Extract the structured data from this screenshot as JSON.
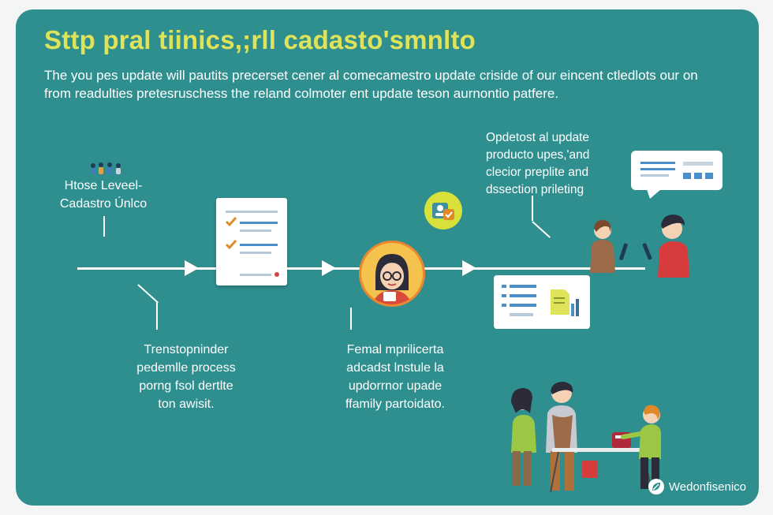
{
  "title": "Sttp pral tiinics,;rll cadasto'smnlto",
  "subtitle": {
    "line1": "The you pes update will pautits precerset cener al comecamestro update criside of our eincent ctledlots our on",
    "line2": "from readulties pretesruschess the reland colmoter ent update teson aurnontio patfere."
  },
  "steps": [
    {
      "line1": "Htose Leveel-",
      "line2": "Cadastro Únlco"
    },
    {
      "line1": "Trenstopninder",
      "line2": "pedemlle process",
      "line3": "porng fsol dertlte",
      "line4": "ton awisit."
    },
    {
      "line1": "Femal mprilicerta",
      "line2": "adcadst lnstule la",
      "line3": "updorrnor upade",
      "line4": "ffamily partoidato."
    },
    {
      "line1": "Opdetost al update",
      "line2": "producto upes,'and",
      "line3": "clecior preplite and",
      "line4": "dssection prileting"
    }
  ],
  "brand": "Wedonfisenico",
  "colors": {
    "background": "#2f8f8f",
    "title": "#dfe35a",
    "text": "#ffffff",
    "avatar_ring": "#e9882e",
    "checkmark": "#e0892a",
    "accent_blue": "#4a8fc9"
  }
}
